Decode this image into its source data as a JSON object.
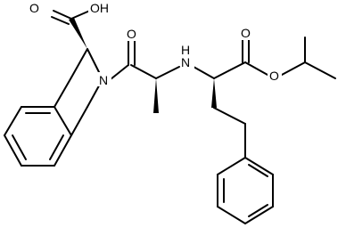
{
  "structure": {
    "atom_labels": {
      "carboxyl_oh": "OH",
      "carboxyl_o": "O",
      "ring_n": "N",
      "amide_o": "O",
      "amine_nh": "N",
      "amine_h": "H",
      "ester_o_carbonyl": "O",
      "ester_o": "O"
    },
    "colors": {
      "bond": "#000000",
      "background": "#ffffff"
    }
  }
}
